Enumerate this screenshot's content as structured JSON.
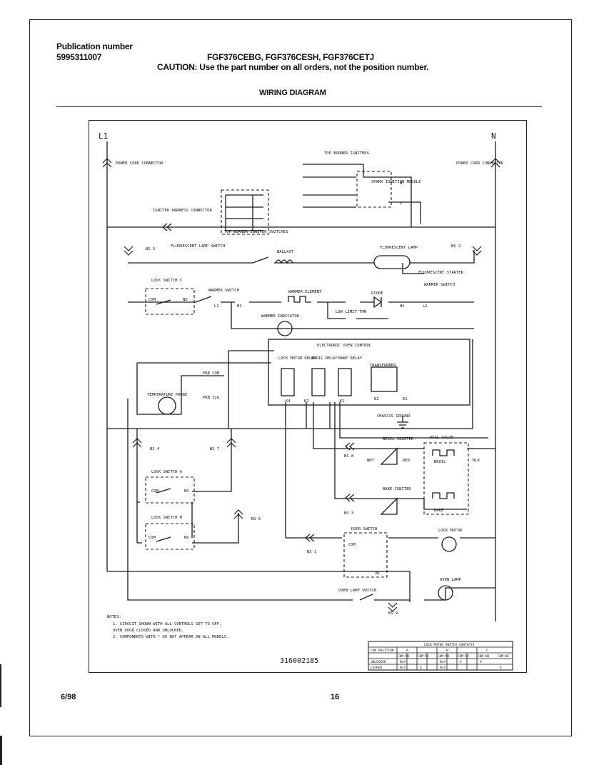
{
  "header": {
    "publication_label": "Publication number",
    "publication_number": "5995311007",
    "models": "FGF376CEBG, FGF376CESH, FGF376CETJ",
    "caution": "CAUTION:  Use the part number on all orders, not the position number.",
    "title": "WIRING DIAGRAM"
  },
  "diagram": {
    "line_l1": "L1",
    "line_n": "N",
    "labels": {
      "power_cord_left": "POWER CORD CONNECTOR",
      "power_cord_right": "POWER CORD CONNECTOR",
      "top_burner_igniters": "TOP BURNER IGNITERS",
      "spark_ignition_module": "SPARK IGNITION MODULE",
      "igniter_harness": "IGNITER HARNESS CONNECTOR",
      "top_burner_switches": "TOP BURNER IGNITER SWITCHES",
      "fluorescent_lamp_switch": "FLUORESCENT LAMP SWITCH",
      "ballast": "BALLAST",
      "fluorescent_lamp": "FLUORESCENT LAMP",
      "fluorescent_starter": "FLUORESCENT STARTER",
      "lock_switch_c": "LOCK SWITCH C",
      "warmer_switch_left": "WARMER SWITCH",
      "warmer_element": "WARMER ELEMENT",
      "warmer_switch_right": "WARMER SWITCH",
      "warmer_indicator": "WARMER INDICATOR",
      "diode": "DIODE",
      "low_limit_thm": "LOW LIMIT THM",
      "electronic_oven_control": "ELECTRONIC OVEN CONTROL",
      "lock_motor_relay": "LOCK MOTOR RELAY",
      "broil_relay": "BROIL RELAY",
      "bake_relay": "BAKE RELAY",
      "transformer": "TRANSFORMER",
      "temperature_probe": "TEMPERATURE PROBE",
      "chassis_ground": "CHASSIS GROUND",
      "broil_igniter": "BROIL IGNITER",
      "bake_igniter": "BAKE IGNITER",
      "dual_valve": "DUAL VALVE",
      "broil": "BROIL",
      "bake": "BAKE",
      "lock_switch_a": "LOCK SWITCH A",
      "lock_switch_b": "LOCK SWITCH B",
      "door_switch": "DOOR SWITCH",
      "lock_motor": "LOCK MOTOR",
      "oven_lamp": "OVEN LAMP",
      "oven_lamp_switch": "OVEN LAMP SWITCH",
      "com": "COM",
      "no": "NO",
      "nc": "NC",
      "prb_com": "PRB COM",
      "prb_sig": "PRB SIG",
      "wht": "WHT",
      "blk": "BLK",
      "red": "RED"
    },
    "connectors": {
      "bs5": "BS 5",
      "bs2": "BS 2",
      "bs4": "BS 4",
      "bs7": "BS 7",
      "bs6": "BS 6",
      "bs1": "BS 1",
      "bs8": "BS 8",
      "bs3": "BS 3",
      "bs9": "BS 9"
    },
    "terminals": {
      "l1": "L1",
      "h1": "H1",
      "h2": "H2",
      "l2": "L2",
      "k4": "K4",
      "k2": "K2",
      "k1": "K1",
      "e1": "E1",
      "e2": "E2",
      "n_term": "N",
      "l_term": "L"
    },
    "notes": {
      "heading": "NOTES:",
      "note1a": "1. CIRCUIT SHOWN WITH ALL CONTROLS SET TO OFF.",
      "note1b": "   OVEN DOOR CLOSED AND UNLOCKED.",
      "note2": "2. COMPONENTS WITH * DO NOT APPEAR ON ALL MODELS."
    },
    "part_number": "316002185",
    "contact_table": {
      "title": "LOCK MOTOR SWITCH CONTACTS",
      "row_header": "CAM POSITION",
      "groups": [
        "A",
        "B",
        "C"
      ],
      "subheaders": [
        "COM-NO",
        "COM-NC",
        "COM-NO",
        "COM-NC",
        "COM-NO",
        "COM-NC"
      ],
      "rows": [
        {
          "label": "UNLOCKED",
          "cells": [
            "N/A",
            "",
            "N/A",
            "X",
            "X",
            ""
          ]
        },
        {
          "label": "LOCKED",
          "cells": [
            "N/A",
            "X",
            "N/A",
            "",
            "",
            "X"
          ]
        }
      ]
    }
  },
  "footer": {
    "date": "6/98",
    "page": "16"
  }
}
